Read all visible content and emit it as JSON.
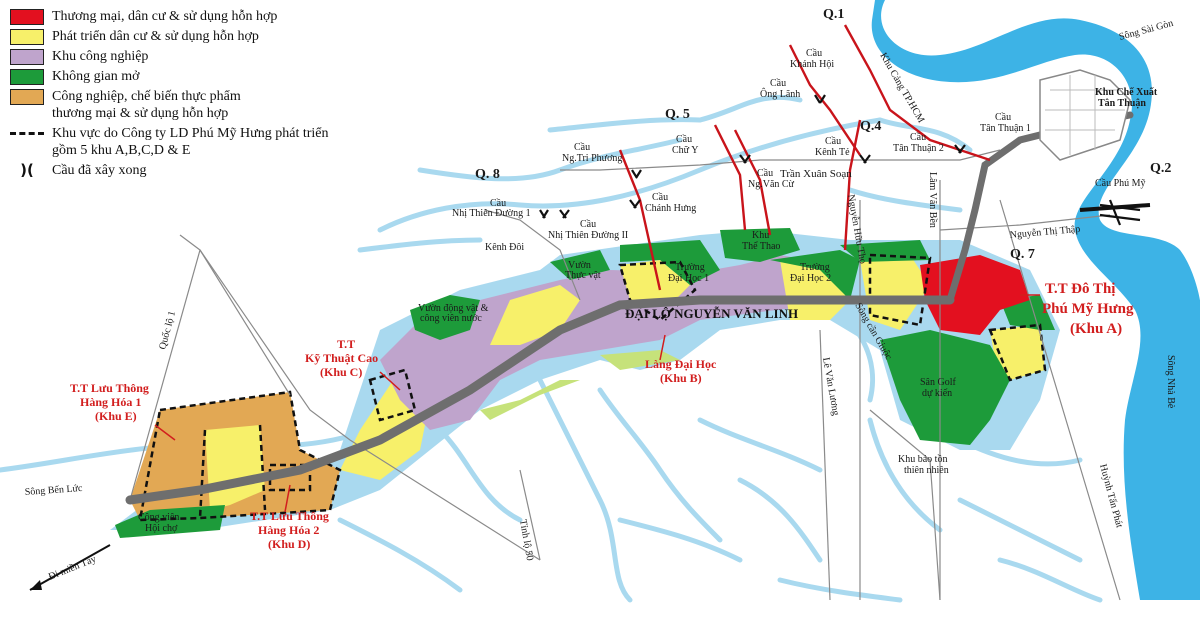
{
  "legend": [
    {
      "label": "Thương mại, dân cư & sử dụng hỗn hợp",
      "color": "#e3101f",
      "kind": "swatch"
    },
    {
      "label": "Phát triển dân cư & sử dụng hỗn hợp",
      "color": "#f7f06a",
      "kind": "swatch"
    },
    {
      "label": "Khu công nghiệp",
      "color": "#bfa4cc",
      "kind": "swatch"
    },
    {
      "label": "Không gian mở",
      "color": "#1d9b3a",
      "kind": "swatch"
    },
    {
      "label": "Công nghiệp, chế biến thực phẩm",
      "label2": "thương mại & sử dụng hỗn hợp",
      "color": "#e2a854",
      "kind": "swatch"
    },
    {
      "label": "Khu vực do Công ty LD Phú Mỹ Hưng phát triển",
      "label2": "gồm 5 khu A,B,C,D & E",
      "kind": "dashed"
    },
    {
      "label": "Cầu đã xây xong",
      "kind": "bridge"
    }
  ],
  "colors": {
    "river": "#3db3e6",
    "river_light": "#a9d9ef",
    "road": "#7a7a7a",
    "main_road": "#6e6e6e",
    "red_road": "#c9141b",
    "commercial": "#e3101f",
    "residential": "#f7f06a",
    "industrial": "#bfa4cc",
    "open_space": "#1d9b3a",
    "food_industry": "#e2a854",
    "light_green": "#c6e27a"
  },
  "districts": {
    "q1": "Q.1",
    "q2": "Q.2",
    "q4": "Q.4",
    "q5": "Q. 5",
    "q7": "Q. 7",
    "q8": "Q. 8"
  },
  "bridges": {
    "khanh_hoi": [
      "Cầu",
      "Khánh Hội"
    ],
    "ong_lanh": [
      "Cầu",
      "Ông Lãnh"
    ],
    "tan_thuan_1": [
      "Cầu",
      "Tân Thuận 1"
    ],
    "tan_thuan_2": [
      "Cầu",
      "Tân Thuận 2"
    ],
    "kenh_te": [
      "Cầu",
      "Kênh Tẻ"
    ],
    "chu_y": [
      "Cầu",
      "Chữ Y"
    ],
    "tri_phuong": [
      "Cầu",
      "Ng.Tri Phương"
    ],
    "nvc": [
      "Cầu",
      "Ng.Văn Cừ"
    ],
    "chanh_hung": [
      "Cầu",
      "Chánh Hưng"
    ],
    "ntd1": [
      "Cầu",
      "Nhị Thiên Đường 1"
    ],
    "ntd2": [
      "Cầu",
      "Nhị Thiên Đường II"
    ],
    "phu_my": "Cầu Phú Mỹ"
  },
  "places": {
    "song_sai_gon": "Sông Sài Gòn",
    "khu_cang": "Khu Cảng TP.HCM",
    "khu_che_xuat": [
      "Khu Chế Xuất",
      "Tân Thuận"
    ],
    "tran_xuan_soan": "Trần Xuân Soạn",
    "lam_van_ben": "Lâm Văn Bền",
    "nguyen_huu_tho": "Nguyễn Hữu Thọ",
    "nguyen_thi_thap": "Nguyễn Thị Thập",
    "kenh_doi": "Kênh Đôi",
    "vuon_thuc_vat": [
      "Vườn",
      "Thực vật"
    ],
    "khu_the_thao": [
      "Khu",
      "Thể Thao"
    ],
    "truong_dh1": [
      "Trường",
      "Đại Học 1"
    ],
    "truong_dh2": [
      "Trường",
      "Đại Học 2"
    ],
    "vuon_dong_vat": [
      "Vườn động vật &",
      "công viên nước"
    ],
    "dai_lo": "ĐẠI LỘ NGUYỄN VĂN LINH",
    "song_can_giuoc": "Sông cần Giuộc",
    "san_golf": [
      "Sân Golf",
      "dự kiến"
    ],
    "le_van_luong": "Lê Văn Lương",
    "khu_bao_ton": [
      "Khu bảo tồn",
      "thiên nhiên"
    ],
    "song_nha_be": "Sông Nhà Bè",
    "huynh_tan_phat": "Huỳnh Tấn Phát",
    "quoc_lo_1": "Quốc lộ 1",
    "song_ben_luc": "Sông Bến Lức",
    "cong_vien": [
      "Công viên",
      "Hội chợ"
    ],
    "di_mien_tay": "Đi miền Tây",
    "tinh_lo": "Tỉnh lộ 50"
  },
  "zones": {
    "a": [
      "T.T Đô Thị",
      "Phú Mỹ Hưng",
      "(Khu A)"
    ],
    "b": [
      "Làng Đại Học",
      "(Khu B)"
    ],
    "c": [
      "T.T",
      "Kỹ Thuật Cao",
      "(Khu C)"
    ],
    "d": [
      "T.T Lưu Thông",
      "Hàng Hóa 2",
      "(Khu D)"
    ],
    "e": [
      "T.T Lưu Thông",
      "Hàng Hóa 1",
      "(Khu E)"
    ]
  }
}
